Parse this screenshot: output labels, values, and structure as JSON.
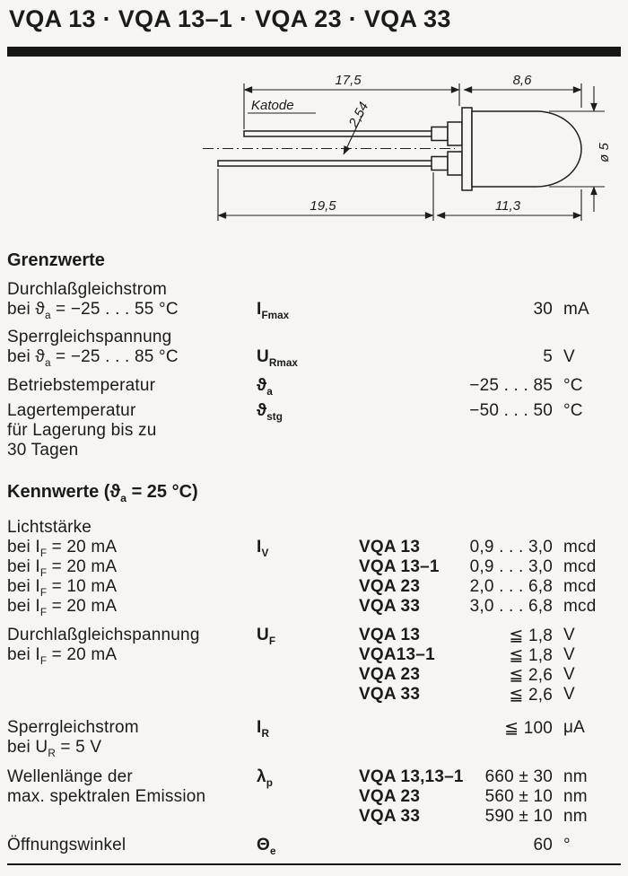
{
  "title": "VQA 13 · VQA 13–1 · VQA 23 · VQA 33",
  "drawing": {
    "katode": "Katode",
    "dim_top_lead": "17,5",
    "dim_body_top": "8,6",
    "dim_pitch": "2,54",
    "dim_diameter": "ø 5",
    "dim_bottom_lead": "19,5",
    "dim_body_bottom": "11,3"
  },
  "grenzwerte": {
    "heading": "Grenzwerte",
    "rows": [
      {
        "label1": "Durchlaßgleichstrom",
        "cond_pre": "bei ϑ",
        "cond_sub": "a",
        "cond_post": " = −25 . . . 55 °C",
        "sym": "I",
        "sym_sub": "Fmax",
        "value": "30",
        "unit": "mA"
      },
      {
        "label1": "Sperrgleichspannung",
        "cond_pre": "bei ϑ",
        "cond_sub": "a",
        "cond_post": " = −25 . . . 85 °C",
        "sym": "U",
        "sym_sub": "Rmax",
        "value": "5",
        "unit": "V"
      },
      {
        "label1": "Betriebstemperatur",
        "sym": "ϑ",
        "sym_sub": "a",
        "value": "−25 . . . 85",
        "unit": "°C"
      },
      {
        "label1": "Lagertemperatur",
        "label2": "für Lagerung bis zu",
        "label3": "30 Tagen",
        "sym": "ϑ",
        "sym_sub": "stg",
        "value": "−50 . . . 50",
        "unit": "°C"
      }
    ]
  },
  "kennwerte": {
    "heading_pre": "Kennwerte (ϑ",
    "heading_sub": "a",
    "heading_post": " = 25 °C)",
    "lichtstaerke": {
      "label": "Lichtstärke",
      "sym": "I",
      "sym_sub": "V",
      "rows": [
        {
          "cond_pre": "bei I",
          "cond_sub": "F",
          "cond_post": " = 20 mA",
          "type": "VQA 13",
          "value": "0,9 . . . 3,0",
          "unit": "mcd"
        },
        {
          "cond_pre": "bei I",
          "cond_sub": "F",
          "cond_post": " = 20 mA",
          "type": "VQA 13–1",
          "value": "0,9 . . . 3,0",
          "unit": "mcd"
        },
        {
          "cond_pre": "bei I",
          "cond_sub": "F",
          "cond_post": " = 10 mA",
          "type": "VQA 23",
          "value": "2,0 . . . 6,8",
          "unit": "mcd"
        },
        {
          "cond_pre": "bei I",
          "cond_sub": "F",
          "cond_post": " = 20 mA",
          "type": "VQA 33",
          "value": "3,0 . . . 6,8",
          "unit": "mcd"
        }
      ]
    },
    "durchlassspannung": {
      "label": "Durchlaßgleichspannung",
      "cond_pre": "bei I",
      "cond_sub": "F",
      "cond_post": " = 20 mA",
      "sym": "U",
      "sym_sub": "F",
      "rows": [
        {
          "type": "VQA 13",
          "value": "≦ 1,8",
          "unit": "V"
        },
        {
          "type": "VQA13–1",
          "value": "≦ 1,8",
          "unit": "V"
        },
        {
          "type": "VQA 23",
          "value": "≦ 2,6",
          "unit": "V"
        },
        {
          "type": "VQA 33",
          "value": "≦ 2,6",
          "unit": "V"
        }
      ]
    },
    "sperrstrom": {
      "label": "Sperrgleichstrom",
      "cond_pre": "bei U",
      "cond_sub": "R",
      "cond_post": " = 5 V",
      "sym": "I",
      "sym_sub": "R",
      "value": "≦ 100",
      "unit": "μA"
    },
    "wellenlaenge": {
      "label1": "Wellenlänge der",
      "label2": "max. spektralen Emission",
      "sym": "λ",
      "sym_sub": "p",
      "rows": [
        {
          "type": "VQA 13,13–1",
          "value": "660 ± 30",
          "unit": "nm"
        },
        {
          "type": "VQA 23",
          "value": "560 ± 10",
          "unit": "nm"
        },
        {
          "type": "VQA 33",
          "value": "590 ± 10",
          "unit": "nm"
        }
      ]
    },
    "oeffnungswinkel": {
      "label": "Öffnungswinkel",
      "sym": "Θ",
      "sym_sub": "e",
      "value": "60",
      "unit": "°"
    }
  }
}
